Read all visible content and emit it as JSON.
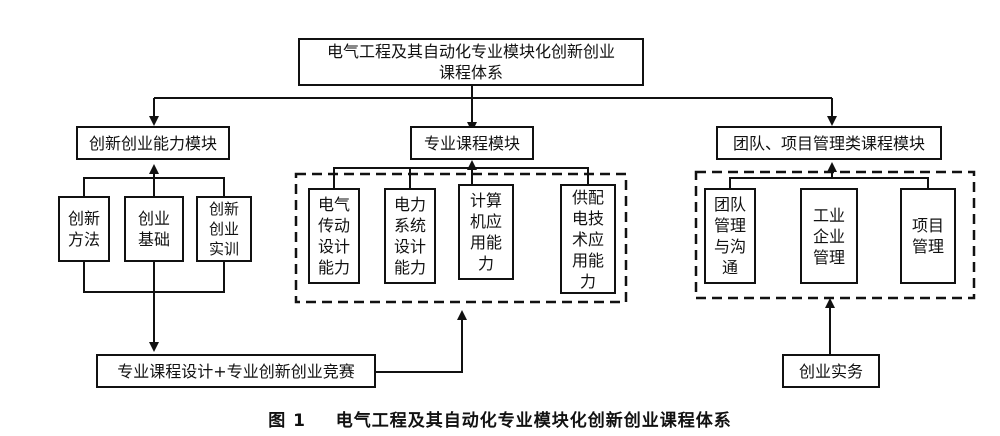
{
  "diagram": {
    "root": "电气工程及其自动化专业模块化创新创业课程体系",
    "modules": {
      "innovation": "创新创业能力模块",
      "professional": "专业课程模块",
      "team": "团队、项目管理类课程模块"
    },
    "innovation_items": {
      "methods": "创新\n方法",
      "basics": "创业\n基础",
      "practice": "创新\n创业\n实训"
    },
    "professional_items": {
      "drive": "电气\n传动\n设计\n能力",
      "power": "电力\n系统\n设计\n能力",
      "computer": "计算\n机应\n用能\n力",
      "supply": "供配\n电技\n术应\n用能\n力"
    },
    "team_items": {
      "team_comm": "团队\n管理\n与沟\n通",
      "industry": "工业\n企业\n管理",
      "project": "项目\n管理"
    },
    "competition": "专业课程设计+专业创新创业竞赛",
    "entrepreneurship_practice": "创业实务"
  },
  "caption": {
    "label": "图 1",
    "title": "电气工程及其自动化专业模块化创新创业课程体系"
  }
}
